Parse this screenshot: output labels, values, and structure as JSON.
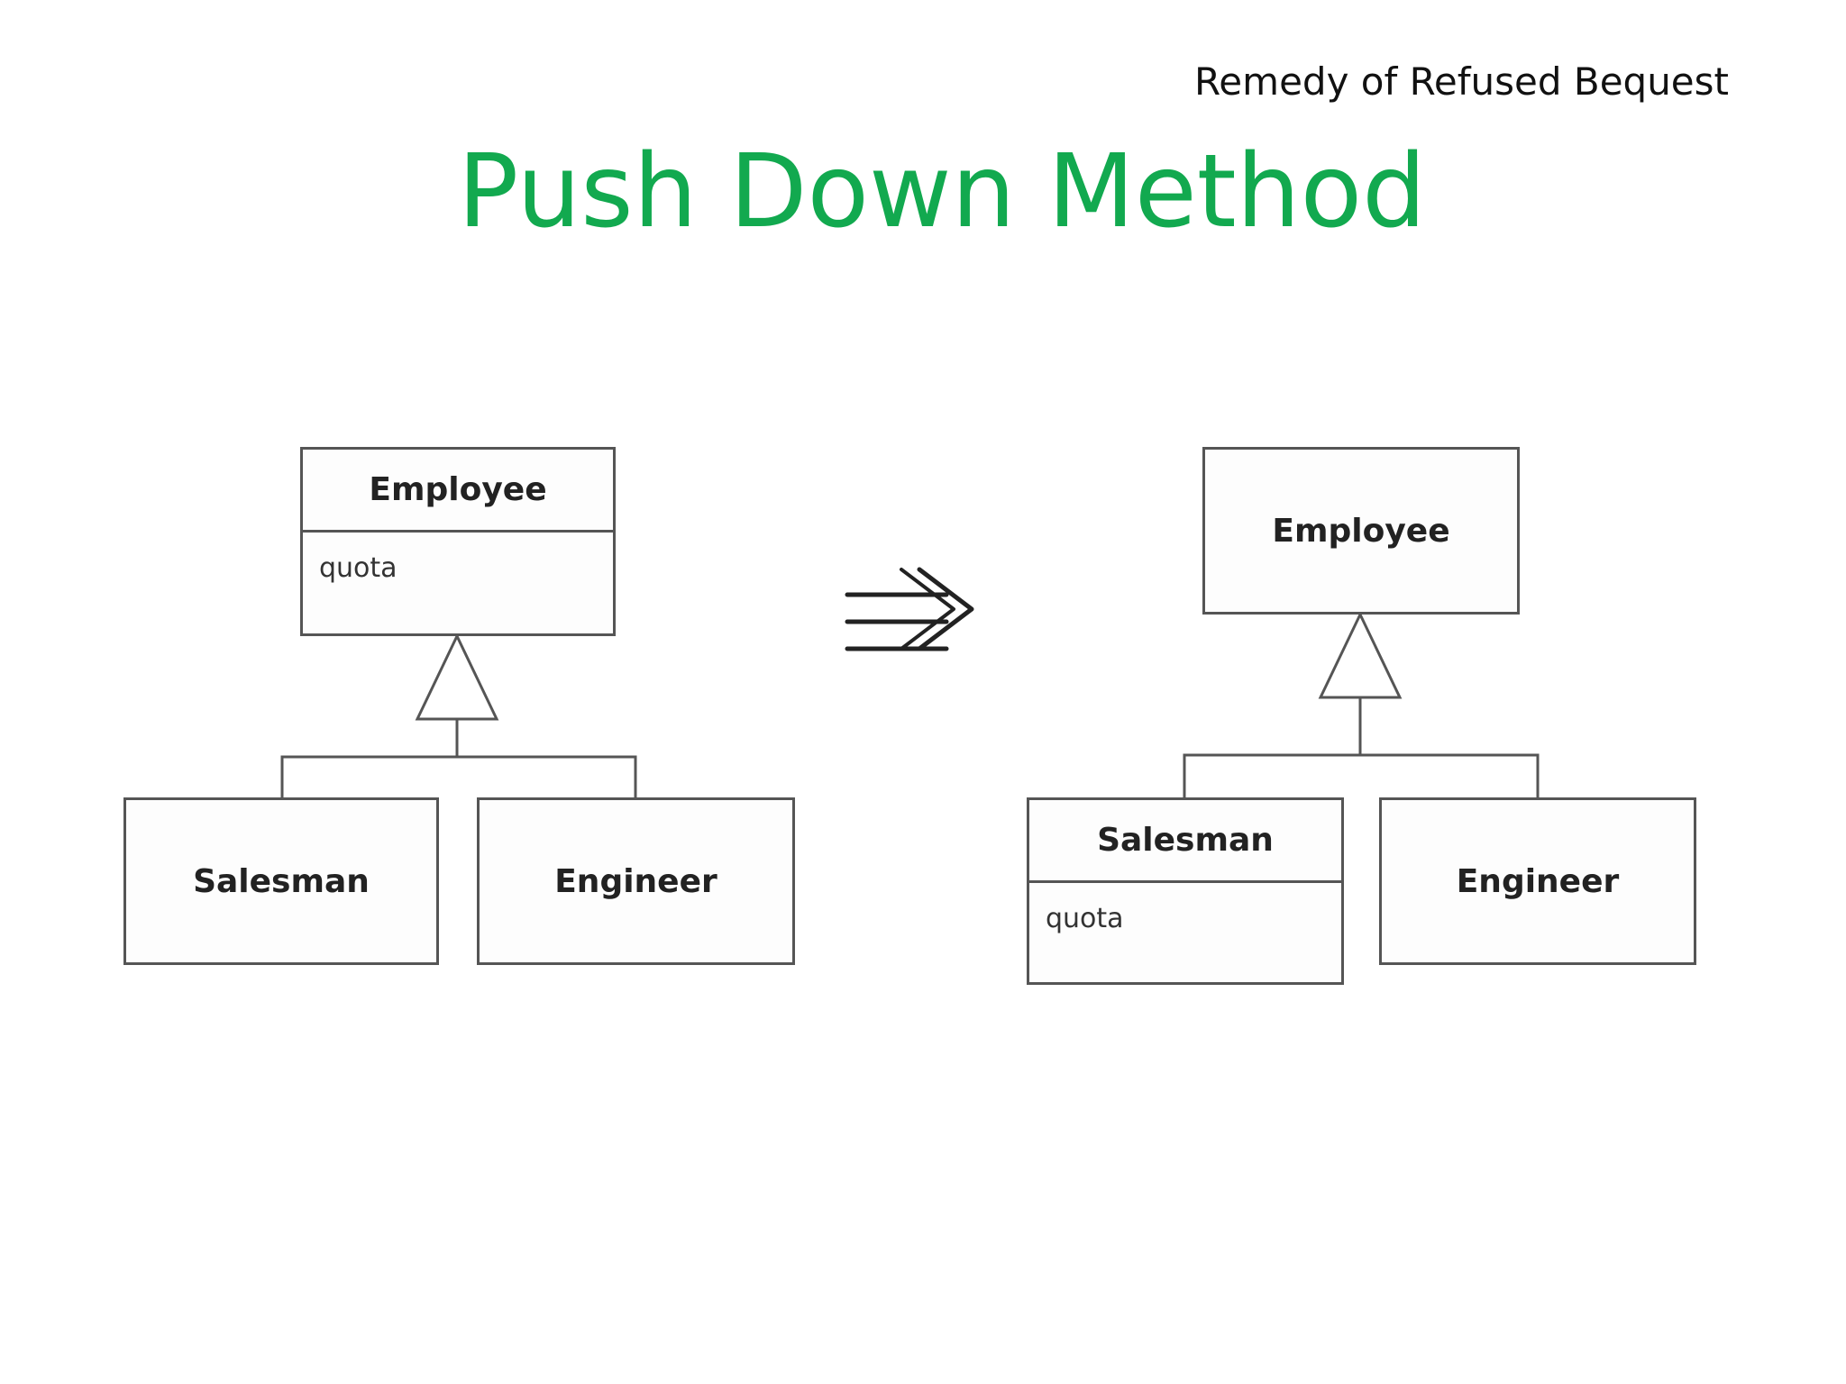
{
  "header": {
    "subtitle": "Remedy of Refused Bequest",
    "title": "Push Down Method"
  },
  "diagram": {
    "before": {
      "parent": {
        "name": "Employee",
        "attribute": "quota"
      },
      "child_left": {
        "name": "Salesman"
      },
      "child_right": {
        "name": "Engineer"
      }
    },
    "transition_arrow": "implies-arrow",
    "after": {
      "parent": {
        "name": "Employee"
      },
      "child_left": {
        "name": "Salesman",
        "attribute": "quota"
      },
      "child_right": {
        "name": "Engineer"
      }
    }
  },
  "colors": {
    "title": "#12a94f",
    "line": "#555555"
  }
}
